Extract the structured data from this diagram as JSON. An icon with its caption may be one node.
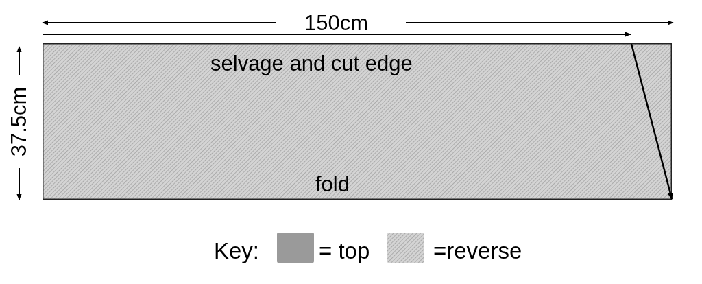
{
  "diagram": {
    "nodes": [
      {
        "text": [
          "selvage and cut edge",
          "fold"
        ]
      }
    ],
    "edges": [],
    "labels": [
      "150cm",
      "37.5cm",
      "Key:"
    ],
    "legend": [
      {
        "text": "= top",
        "color": "#9a9a9a"
      },
      {
        "text": "=reverse"
      }
    ]
  }
}
